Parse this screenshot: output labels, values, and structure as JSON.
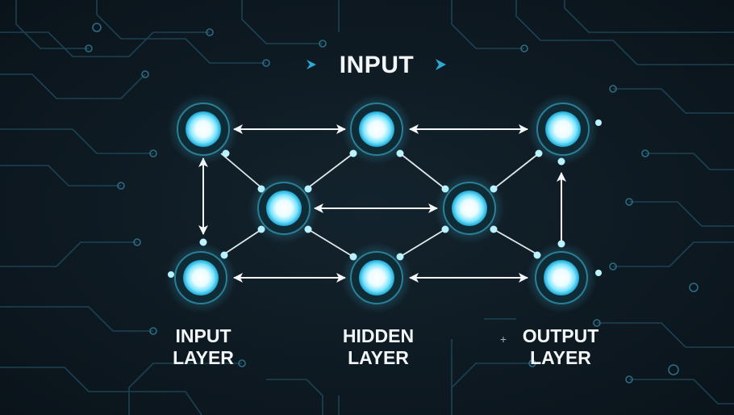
{
  "title": "INPUT",
  "layers": [
    {
      "id": "input",
      "line1": "INPUT",
      "line2": "LAYER"
    },
    {
      "id": "hidden",
      "line1": "HIDDEN",
      "line2": "LAYER"
    },
    {
      "id": "output",
      "line1": "OUTPUT",
      "line2": "LAYER"
    }
  ],
  "colors": {
    "background": "#0d1720",
    "circuit": "#1f4a5c",
    "node_glow": "#3fd6ff",
    "node_ring": "#2a7f96",
    "arrow": "#f4f6f8",
    "accent": "#29a9d6"
  }
}
